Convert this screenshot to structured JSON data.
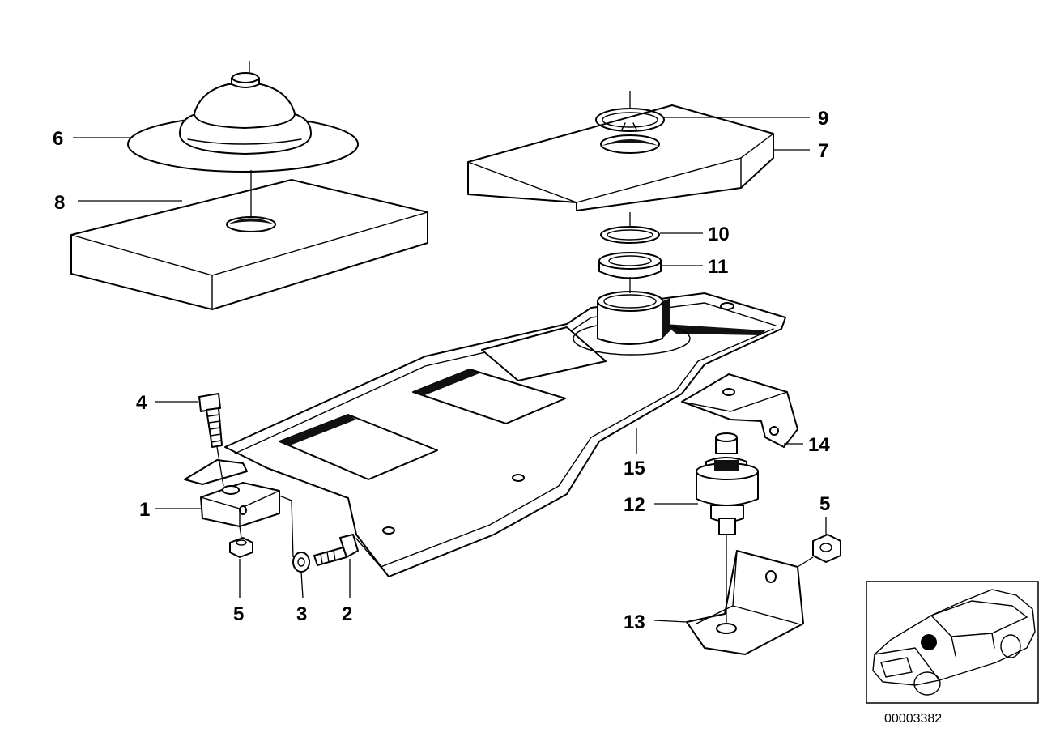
{
  "diagram": {
    "callouts": [
      {
        "id": "label-1",
        "text": "1"
      },
      {
        "id": "label-2",
        "text": "2"
      },
      {
        "id": "label-3",
        "text": "3"
      },
      {
        "id": "label-4",
        "text": "4"
      },
      {
        "id": "label-5a",
        "text": "5"
      },
      {
        "id": "label-5b",
        "text": "5"
      },
      {
        "id": "label-6",
        "text": "6"
      },
      {
        "id": "label-7",
        "text": "7"
      },
      {
        "id": "label-8",
        "text": "8"
      },
      {
        "id": "label-9",
        "text": "9"
      },
      {
        "id": "label-10",
        "text": "10"
      },
      {
        "id": "label-11",
        "text": "11"
      },
      {
        "id": "label-12",
        "text": "12"
      },
      {
        "id": "label-13",
        "text": "13"
      },
      {
        "id": "label-14",
        "text": "14"
      },
      {
        "id": "label-15",
        "text": "15"
      }
    ],
    "reference_number": "00003382"
  }
}
